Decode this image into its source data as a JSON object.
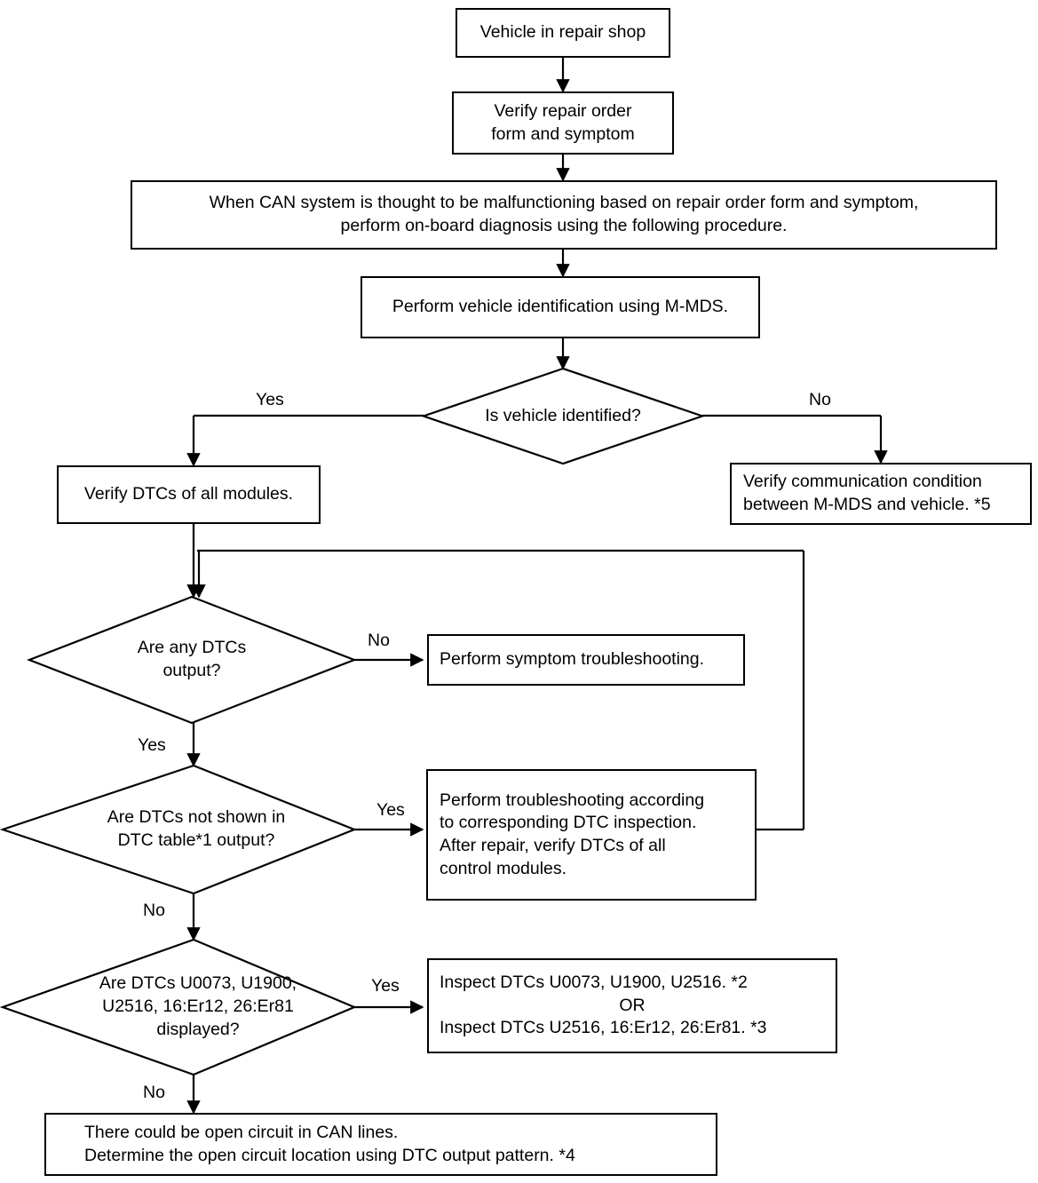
{
  "diagram": {
    "title": "CAN system on-board diagnosis flowchart",
    "stroke_color": "#000000",
    "background_color": "#ffffff",
    "nodes": [
      {
        "id": "n1",
        "shape": "box",
        "text": "Vehicle in repair shop"
      },
      {
        "id": "n2",
        "shape": "box",
        "text": "Verify repair order\nform and symptom"
      },
      {
        "id": "n3",
        "shape": "box",
        "text": "When CAN system is thought to be malfunctioning based on repair order form and symptom,\nperform on-board diagnosis using the following procedure."
      },
      {
        "id": "n4",
        "shape": "box",
        "text": "Perform vehicle identification using M-MDS."
      },
      {
        "id": "n5",
        "shape": "diamond",
        "text": "Is vehicle identified?"
      },
      {
        "id": "n6",
        "shape": "box",
        "text": "Verify DTCs of all modules."
      },
      {
        "id": "n7",
        "shape": "box",
        "text": "Verify communication condition\nbetween M-MDS and vehicle. *5"
      },
      {
        "id": "n8",
        "shape": "diamond",
        "text": "Are any DTCs\noutput?"
      },
      {
        "id": "n9",
        "shape": "box",
        "text": "Perform symptom troubleshooting."
      },
      {
        "id": "n10",
        "shape": "diamond",
        "text": "Are DTCs not shown in\nDTC table*1 output?"
      },
      {
        "id": "n11",
        "shape": "box",
        "text": "Perform troubleshooting according\nto corresponding DTC inspection.\nAfter repair, verify DTCs of all\ncontrol modules."
      },
      {
        "id": "n12",
        "shape": "diamond",
        "text": "Are DTCs U0073, U1900,\nU2516, 16:Er12, 26:Er81\ndisplayed?"
      },
      {
        "id": "n13",
        "shape": "box",
        "text": "Inspect DTCs U0073, U1900, U2516.  *2\nOR\nInspect DTCs U2516, 16:Er12, 26:Er81.  *3"
      },
      {
        "id": "n14",
        "shape": "box",
        "text": "There could be open circuit in CAN lines.\nDetermine the open circuit location using DTC output pattern.   *4"
      }
    ],
    "edge_labels": {
      "identified_yes": "Yes",
      "identified_no": "No",
      "dtcs_output_no": "No",
      "dtcs_output_yes": "Yes",
      "not_in_table_yes": "Yes",
      "not_in_table_no": "No",
      "specific_dtcs_yes": "Yes",
      "specific_dtcs_no": "No"
    },
    "node_text": {
      "n13_line1": "Inspect DTCs U0073, U1900, U2516.  *2",
      "n13_line2": "OR",
      "n13_line3": "Inspect DTCs U2516, 16:Er12, 26:Er81.  *3",
      "n14_line1": "There could be open circuit in CAN lines.",
      "n14_line2": "Determine the open circuit location using DTC output pattern.   *4"
    }
  }
}
